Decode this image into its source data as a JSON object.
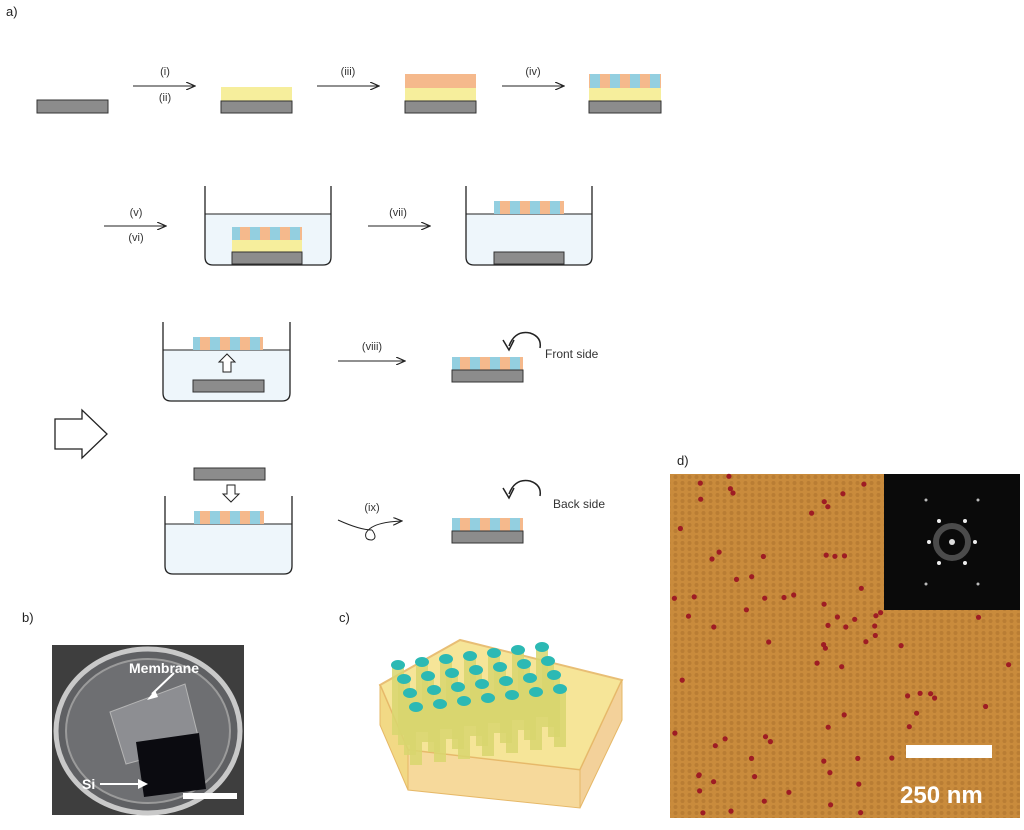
{
  "panels": {
    "a": "a)",
    "b": "b)",
    "c": "c)",
    "d": "d)"
  },
  "steps": {
    "i": "(i)",
    "ii": "(ii)",
    "iii": "(iii)",
    "iv": "(iv)",
    "v": "(v)",
    "vi": "(vi)",
    "vii": "(vii)",
    "viii": "(viii)",
    "ix": "(ix)"
  },
  "sides": {
    "front": "Front side",
    "back": "Back side"
  },
  "photo": {
    "membrane": "Membrane",
    "si": "Si"
  },
  "afm": {
    "scale": "250 nm"
  },
  "colors": {
    "substrate": "#8c8c8c",
    "yellow_layer": "#f6ee9c",
    "orange_layer": "#f5b98c",
    "blue_stripe": "#93cfe0",
    "liquid": "#eef6fb",
    "afm_bg": "#c98b3c",
    "pillar_teal": "#2cb9b4"
  }
}
